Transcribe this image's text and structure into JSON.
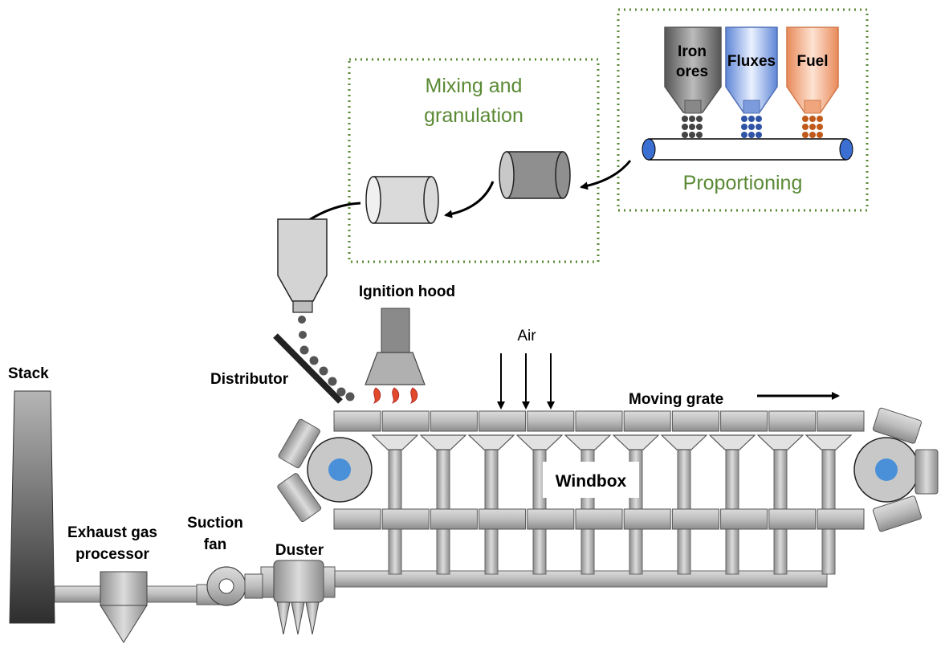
{
  "labels": {
    "mixing_l1": "Mixing and",
    "mixing_l2": "granulation",
    "proportioning": "Proportioning",
    "iron_l1": "Iron",
    "iron_l2": "ores",
    "fluxes": "Fluxes",
    "fuel": "Fuel",
    "ignition_hood": "Ignition hood",
    "air": "Air",
    "distributor": "Distributor",
    "moving_grate": "Moving grate",
    "windbox": "Windbox",
    "stack": "Stack",
    "exhaust_l1": "Exhaust gas",
    "exhaust_l2": "processor",
    "suction_l1": "Suction",
    "suction_l2": "fan",
    "duster": "Duster"
  },
  "colors": {
    "group_border": "#5a8a35",
    "iron_ores_bin": "#7a7a7a",
    "fluxes_bin": "#9fb8e8",
    "fuel_bin": "#f3b08c",
    "iron_particles": "#444444",
    "flux_particles": "#2f54a6",
    "fuel_particles": "#c05a1a",
    "roller_core": "#4a90d9",
    "flame": "#e04a2a"
  },
  "icons": [
    "feed-arrow-icon",
    "flame-icon",
    "air-arrow-icon",
    "direction-arrow-icon"
  ]
}
